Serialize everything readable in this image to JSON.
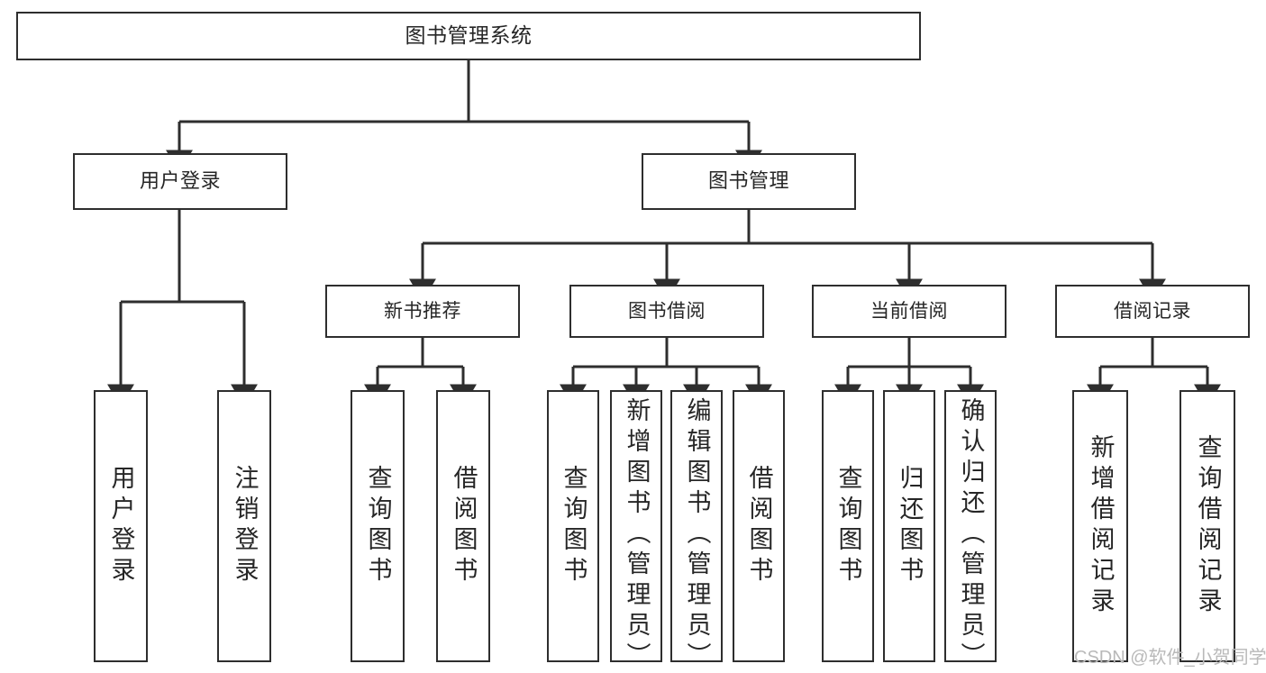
{
  "diagram": {
    "title": "图书管理系统",
    "type": "tree-hierarchy-chart",
    "watermark": "CSDN @软件_小贺同学",
    "colors": {
      "background": "#ffffff",
      "box_border": "#2e2e2e",
      "box_fill": "#ffffff",
      "text": "#262626",
      "edge": "#2e2e2e",
      "watermark": "#b9b9b9"
    },
    "nodes": {
      "root": {
        "label": "图书管理系统"
      },
      "level2": [
        {
          "id": "user-login",
          "label": "用户登录"
        },
        {
          "id": "book-management",
          "label": "图书管理"
        }
      ],
      "level3": [
        {
          "id": "new-book-recommend",
          "label": "新书推荐"
        },
        {
          "id": "book-borrow",
          "label": "图书借阅"
        },
        {
          "id": "current-borrow",
          "label": "当前借阅"
        },
        {
          "id": "borrow-record",
          "label": "借阅记录"
        }
      ],
      "leaves": {
        "user_login": [
          {
            "id": "leaf-user-login",
            "label": "用户登录"
          },
          {
            "id": "leaf-logout-login",
            "label": "注销登录"
          }
        ],
        "new_book_recommend": [
          {
            "id": "leaf-query-book-1",
            "label": "查询图书"
          },
          {
            "id": "leaf-borrow-book-1",
            "label": "借阅图书"
          }
        ],
        "book_borrow": [
          {
            "id": "leaf-query-book-2",
            "label": "查询图书"
          },
          {
            "id": "leaf-add-book",
            "label": "新增图书（管理员）"
          },
          {
            "id": "leaf-edit-book",
            "label": "编辑图书（管理员）"
          },
          {
            "id": "leaf-borrow-book-2",
            "label": "借阅图书"
          }
        ],
        "current_borrow": [
          {
            "id": "leaf-query-book-3",
            "label": "查询图书"
          },
          {
            "id": "leaf-return-book",
            "label": "归还图书"
          },
          {
            "id": "leaf-confirm-return",
            "label": "确认归还（管理员）"
          }
        ],
        "borrow_record": [
          {
            "id": "leaf-add-record",
            "label": "新增借阅记录"
          },
          {
            "id": "leaf-query-record",
            "label": "查询借阅记录"
          }
        ]
      }
    }
  }
}
